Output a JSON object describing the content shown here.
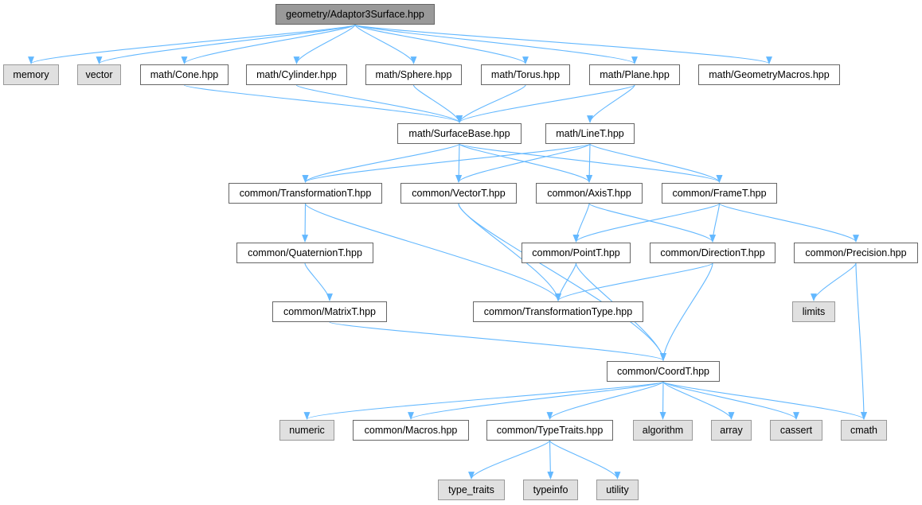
{
  "graph": {
    "root": "geometry/Adaptor3Surface.hpp",
    "colors": {
      "edge": "#63b8ff",
      "root_fill": "#999999",
      "system_fill": "#e0e0e0",
      "file_fill": "#ffffff",
      "border": "#666666"
    },
    "nodes": [
      {
        "id": "root",
        "label": "geometry/Adaptor3Surface.hpp",
        "kind": "root"
      },
      {
        "id": "memory",
        "label": "memory",
        "kind": "sys"
      },
      {
        "id": "vector",
        "label": "vector",
        "kind": "sys"
      },
      {
        "id": "cone",
        "label": "math/Cone.hpp",
        "kind": "file"
      },
      {
        "id": "cylinder",
        "label": "math/Cylinder.hpp",
        "kind": "file"
      },
      {
        "id": "sphere",
        "label": "math/Sphere.hpp",
        "kind": "file"
      },
      {
        "id": "torus",
        "label": "math/Torus.hpp",
        "kind": "file"
      },
      {
        "id": "plane",
        "label": "math/Plane.hpp",
        "kind": "file"
      },
      {
        "id": "geomacros",
        "label": "math/GeometryMacros.hpp",
        "kind": "file"
      },
      {
        "id": "surfacebase",
        "label": "math/SurfaceBase.hpp",
        "kind": "file"
      },
      {
        "id": "linet",
        "label": "math/LineT.hpp",
        "kind": "file"
      },
      {
        "id": "transformation",
        "label": "common/TransformationT.hpp",
        "kind": "file"
      },
      {
        "id": "vectort",
        "label": "common/VectorT.hpp",
        "kind": "file"
      },
      {
        "id": "axist",
        "label": "common/AxisT.hpp",
        "kind": "file"
      },
      {
        "id": "framet",
        "label": "common/FrameT.hpp",
        "kind": "file"
      },
      {
        "id": "quaternion",
        "label": "common/QuaternionT.hpp",
        "kind": "file"
      },
      {
        "id": "pointt",
        "label": "common/PointT.hpp",
        "kind": "file"
      },
      {
        "id": "directiont",
        "label": "common/DirectionT.hpp",
        "kind": "file"
      },
      {
        "id": "precision",
        "label": "common/Precision.hpp",
        "kind": "file"
      },
      {
        "id": "matrixt",
        "label": "common/MatrixT.hpp",
        "kind": "file"
      },
      {
        "id": "transtype",
        "label": "common/TransformationType.hpp",
        "kind": "file"
      },
      {
        "id": "limits",
        "label": "limits",
        "kind": "sys"
      },
      {
        "id": "coordt",
        "label": "common/CoordT.hpp",
        "kind": "file"
      },
      {
        "id": "numeric",
        "label": "numeric",
        "kind": "sys"
      },
      {
        "id": "macros",
        "label": "common/Macros.hpp",
        "kind": "file"
      },
      {
        "id": "typetraits",
        "label": "common/TypeTraits.hpp",
        "kind": "file"
      },
      {
        "id": "algorithm",
        "label": "algorithm",
        "kind": "sys"
      },
      {
        "id": "array",
        "label": "array",
        "kind": "sys"
      },
      {
        "id": "cassert",
        "label": "cassert",
        "kind": "sys"
      },
      {
        "id": "cmath",
        "label": "cmath",
        "kind": "sys"
      },
      {
        "id": "type_traits",
        "label": "type_traits",
        "kind": "sys"
      },
      {
        "id": "typeinfo",
        "label": "typeinfo",
        "kind": "sys"
      },
      {
        "id": "utility",
        "label": "utility",
        "kind": "sys"
      }
    ],
    "edges": [
      [
        "root",
        "memory"
      ],
      [
        "root",
        "vector"
      ],
      [
        "root",
        "cone"
      ],
      [
        "root",
        "cylinder"
      ],
      [
        "root",
        "sphere"
      ],
      [
        "root",
        "torus"
      ],
      [
        "root",
        "plane"
      ],
      [
        "root",
        "geomacros"
      ],
      [
        "cone",
        "surfacebase"
      ],
      [
        "cylinder",
        "surfacebase"
      ],
      [
        "sphere",
        "surfacebase"
      ],
      [
        "torus",
        "surfacebase"
      ],
      [
        "plane",
        "surfacebase"
      ],
      [
        "plane",
        "linet"
      ],
      [
        "surfacebase",
        "transformation"
      ],
      [
        "surfacebase",
        "vectort"
      ],
      [
        "surfacebase",
        "axist"
      ],
      [
        "surfacebase",
        "framet"
      ],
      [
        "linet",
        "transformation"
      ],
      [
        "linet",
        "vectort"
      ],
      [
        "linet",
        "axist"
      ],
      [
        "linet",
        "framet"
      ],
      [
        "transformation",
        "quaternion"
      ],
      [
        "transformation",
        "transtype"
      ],
      [
        "vectort",
        "transtype"
      ],
      [
        "vectort",
        "coordt"
      ],
      [
        "axist",
        "pointt"
      ],
      [
        "axist",
        "directiont"
      ],
      [
        "framet",
        "pointt"
      ],
      [
        "framet",
        "directiont"
      ],
      [
        "framet",
        "precision"
      ],
      [
        "quaternion",
        "matrixt"
      ],
      [
        "matrixt",
        "coordt"
      ],
      [
        "pointt",
        "transtype"
      ],
      [
        "pointt",
        "coordt"
      ],
      [
        "directiont",
        "transtype"
      ],
      [
        "directiont",
        "coordt"
      ],
      [
        "precision",
        "limits"
      ],
      [
        "precision",
        "cmath"
      ],
      [
        "coordt",
        "numeric"
      ],
      [
        "coordt",
        "macros"
      ],
      [
        "coordt",
        "typetraits"
      ],
      [
        "coordt",
        "algorithm"
      ],
      [
        "coordt",
        "array"
      ],
      [
        "coordt",
        "cassert"
      ],
      [
        "coordt",
        "cmath"
      ],
      [
        "typetraits",
        "type_traits"
      ],
      [
        "typetraits",
        "typeinfo"
      ],
      [
        "typetraits",
        "utility"
      ]
    ]
  }
}
